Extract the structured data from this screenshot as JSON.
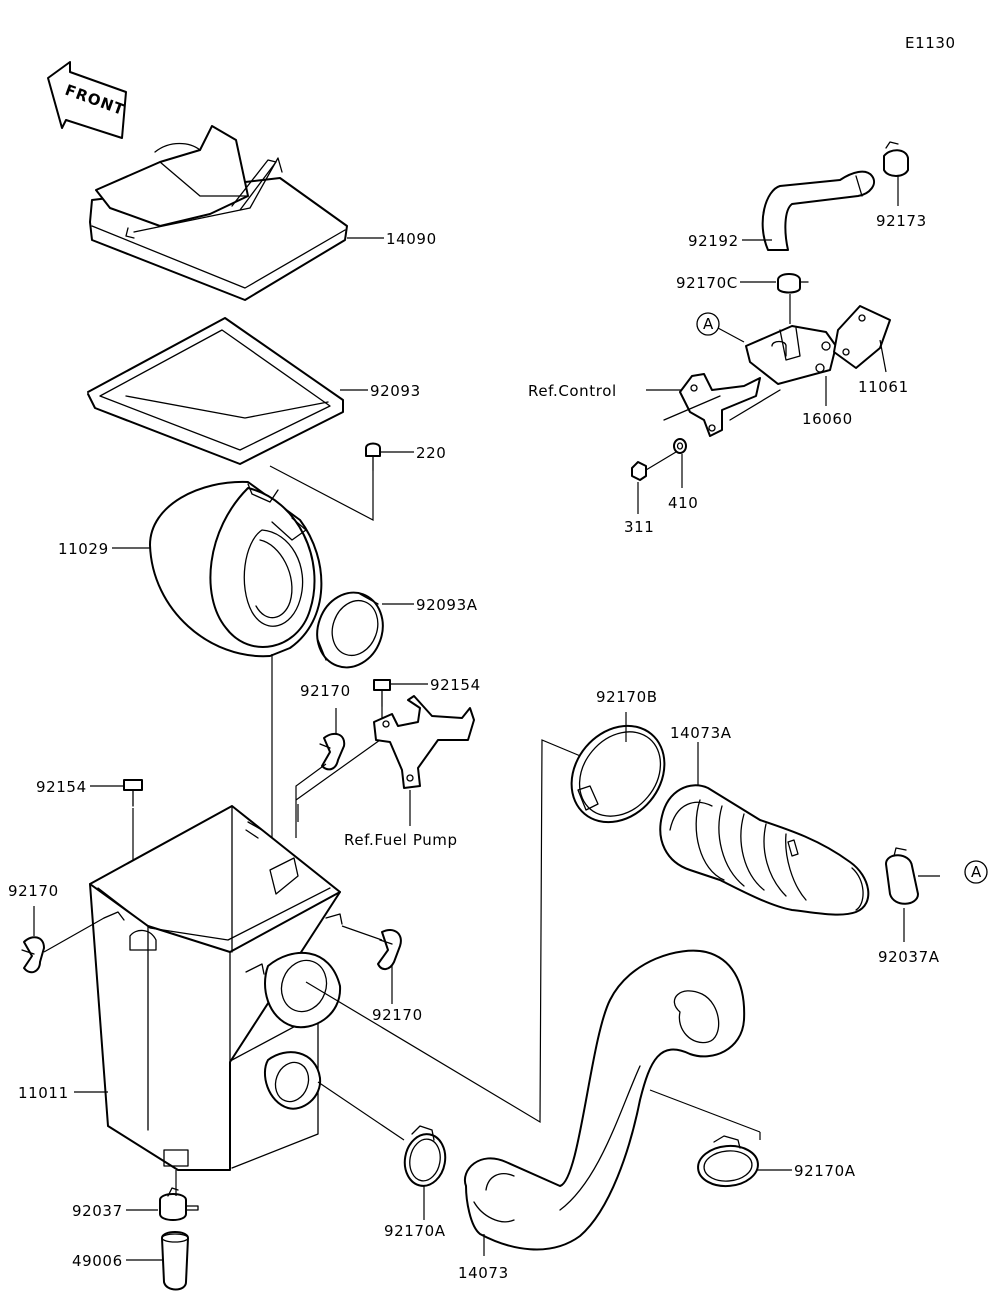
{
  "diagram_code": "E1130",
  "front_label": "FRONT",
  "reference_marker": "A",
  "parts": {
    "p14090": "14090",
    "p92093": "92093",
    "p220": "220",
    "p11029": "11029",
    "p92093A": "92093A",
    "p92154_top": "92154",
    "p92170_mid": "92170",
    "p92154_left": "92154",
    "p92170_left": "92170",
    "p92170_right": "92170",
    "p11011": "11011",
    "p92037": "92037",
    "p49006": "49006",
    "p92170A_left": "92170A",
    "p14073": "14073",
    "p92170A_right": "92170A",
    "p92170B": "92170B",
    "p14073A": "14073A",
    "p92037A": "92037A",
    "p92192": "92192",
    "p92173": "92173",
    "p92170C": "92170C",
    "p11061": "11061",
    "p16060": "16060",
    "p410": "410",
    "p311": "311"
  },
  "references": {
    "control": "Ref.Control",
    "fuel_pump": "Ref.Fuel Pump"
  }
}
